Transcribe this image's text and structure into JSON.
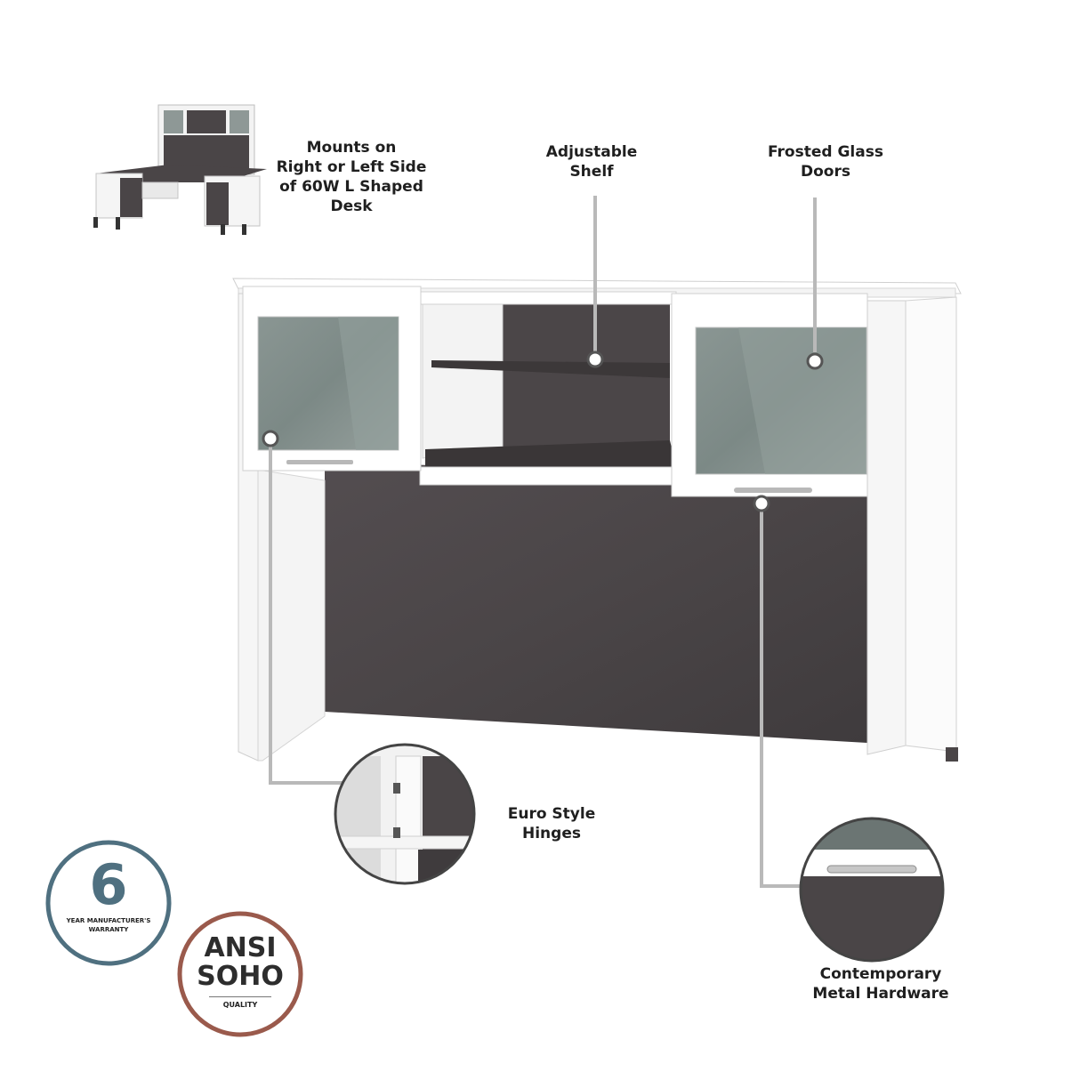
{
  "callouts": {
    "mounts": [
      "Mounts on",
      "Right or Left Side",
      "of 60W L Shaped",
      "Desk"
    ],
    "shelf": [
      "Adjustable",
      "Shelf"
    ],
    "doors": [
      "Frosted Glass",
      "Doors"
    ],
    "hinges": [
      "Euro Style",
      "Hinges"
    ],
    "hardware": [
      "Contemporary",
      "Metal Hardware"
    ]
  },
  "badges": {
    "warranty": {
      "number": "6",
      "caption_line1": "YEAR MANUFACTURER'S",
      "caption_line2": "WARRANTY"
    },
    "ansi": {
      "line1": "ANSI",
      "line2": "SOHO",
      "caption": "QUALITY"
    }
  },
  "colors": {
    "white_finish": "#f7f7f7",
    "dark_finish": "#4a4547",
    "glass": "#7f8c89",
    "warranty_ring": "#4f7080",
    "ansi_ring": "#9a5a4c",
    "leader": "#b9b9b9"
  }
}
